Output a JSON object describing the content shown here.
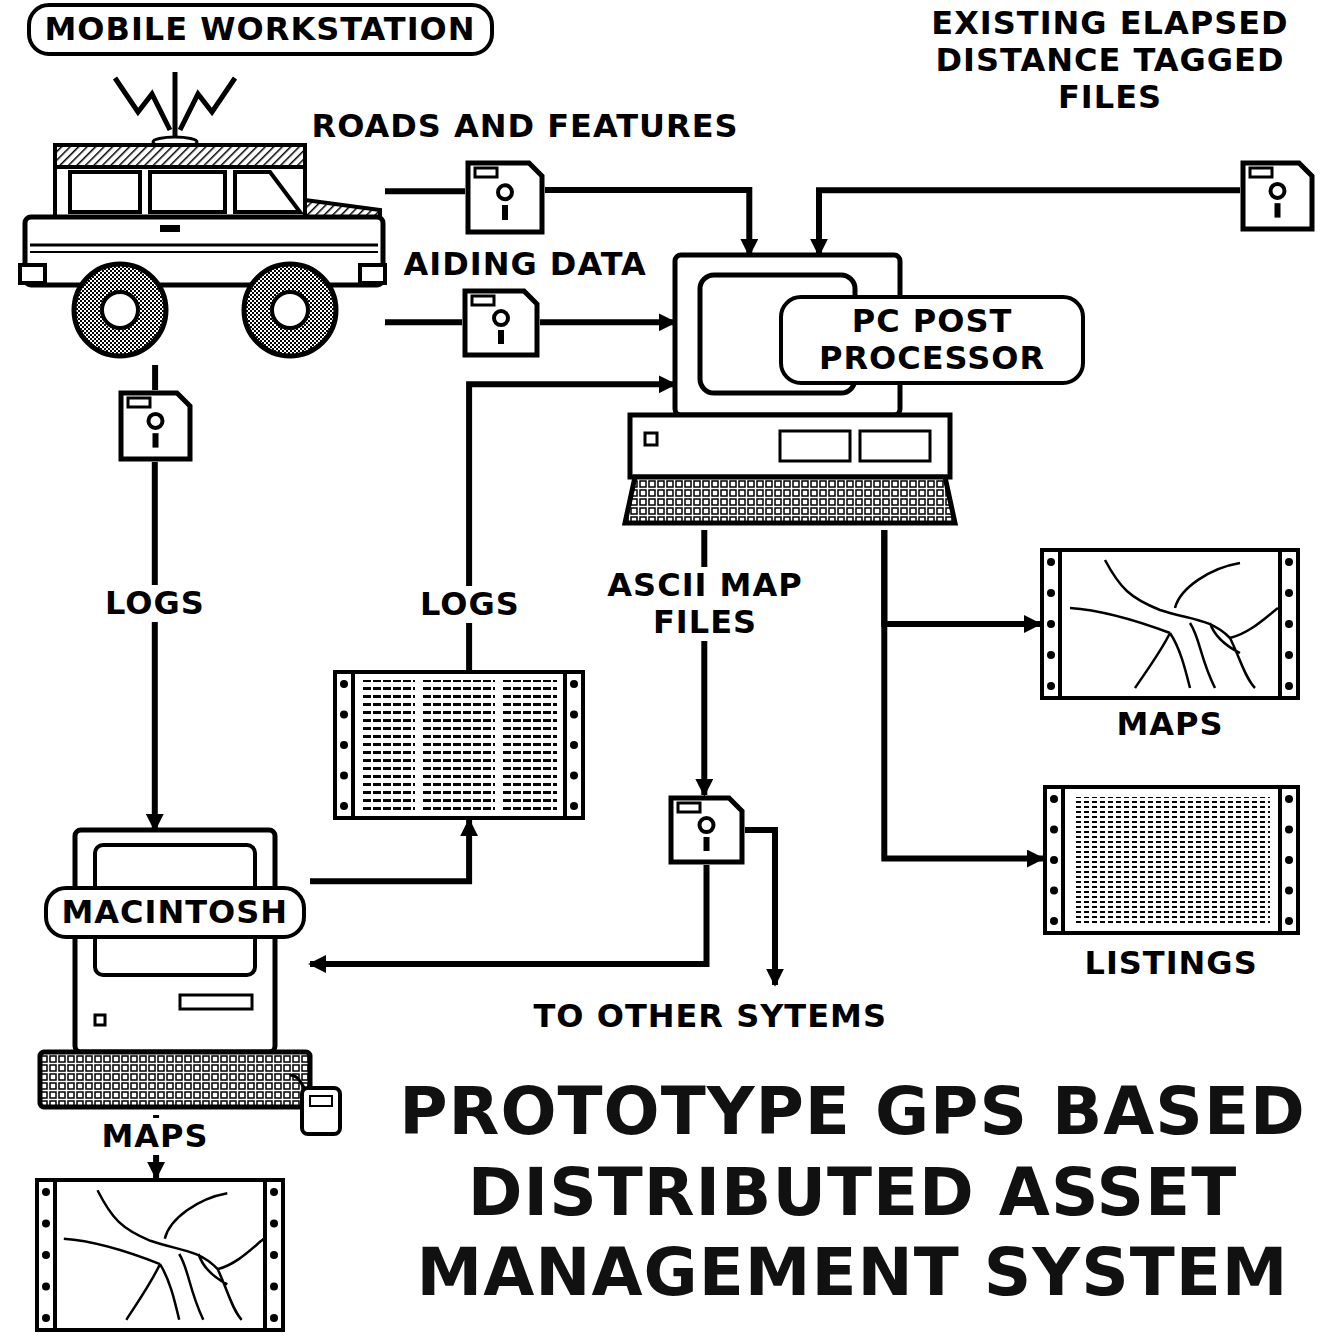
{
  "diagram": {
    "title": "PROTOTYPE GPS BASED DISTRIBUTED ASSET MANAGEMENT SYSTEM",
    "nodes": [
      {
        "text": [
          "MOBILE WORKSTATION"
        ]
      },
      {
        "text": [
          "ROADS AND FEATURES"
        ]
      },
      {
        "text": [
          "AIDING DATA"
        ]
      },
      {
        "text": [
          "EXISTING ELAPSED DISTANCE TAGGED FILES"
        ]
      },
      {
        "text": [
          "PC POST PROCESSOR"
        ]
      },
      {
        "text": [
          "LOGS"
        ]
      },
      {
        "text": [
          "LOGS"
        ]
      },
      {
        "text": [
          "ASCII MAP FILES"
        ]
      },
      {
        "text": [
          "MAPS"
        ]
      },
      {
        "text": [
          "LISTINGS"
        ]
      },
      {
        "text": [
          "MACINTOSH"
        ]
      },
      {
        "text": [
          "MAPS"
        ]
      }
    ],
    "edges": [
      {
        "from": 0,
        "to": 1,
        "arrow": "none"
      },
      {
        "from": 1,
        "to": 4,
        "arrow": "to"
      },
      {
        "from": 0,
        "to": 2,
        "arrow": "none"
      },
      {
        "from": 2,
        "to": 4,
        "arrow": "to"
      },
      {
        "from": 3,
        "to": 4,
        "arrow": "to"
      },
      {
        "from": 0,
        "to": 5,
        "arrow": "none"
      },
      {
        "from": 5,
        "to": 10,
        "arrow": "to"
      },
      {
        "from": 10,
        "to": 6,
        "arrow": "to"
      },
      {
        "from": 6,
        "to": 4,
        "arrow": "to"
      },
      {
        "from": 4,
        "to": 7,
        "arrow": "to"
      },
      {
        "from": 7,
        "to": 10,
        "arrow": "to"
      },
      {
        "from": 4,
        "to": 8,
        "arrow": "to"
      },
      {
        "from": 4,
        "to": 9,
        "arrow": "to"
      },
      {
        "from": 10,
        "to": 11,
        "arrow": "to"
      }
    ],
    "labels": [
      "TO OTHER SYTEMS"
    ]
  }
}
